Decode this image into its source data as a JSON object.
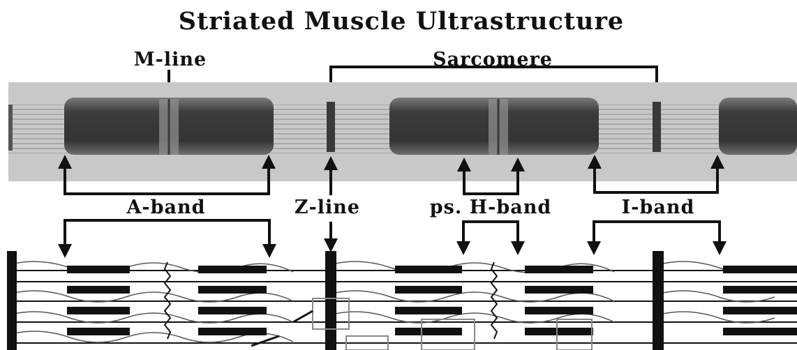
{
  "title": "Striated Muscle Ultrastructure",
  "labels": {
    "m_line": "M-line",
    "sarcomere": "Sarcomere",
    "a_band": "A-band",
    "z_line": "Z-line",
    "h_band": "ps. H-band",
    "i_band": "I-band"
  },
  "colors": {
    "background": "#ffffff",
    "micrograph_bg": "#c9c9c9",
    "dense_band": "#3a3a3a",
    "ink": "#111111"
  }
}
